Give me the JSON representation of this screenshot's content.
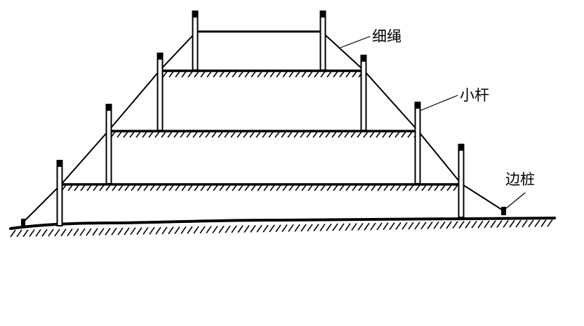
{
  "labels": {
    "rope": "细绳",
    "pole": "小杆",
    "stake": "边桩"
  },
  "colors": {
    "ink": "#000000",
    "background": "#ffffff"
  }
}
